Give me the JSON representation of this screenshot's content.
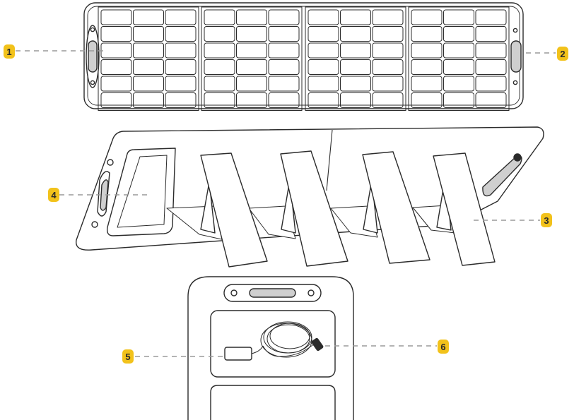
{
  "colors": {
    "outline": "#2b2b2b",
    "callout_fill": "#f2c21b",
    "leader_line": "#9a9a9a",
    "handle_fill": "#cfcfcf"
  },
  "callouts": [
    {
      "number": "1"
    },
    {
      "number": "2"
    },
    {
      "number": "3"
    },
    {
      "number": "4"
    },
    {
      "number": "5"
    },
    {
      "number": "6"
    }
  ]
}
